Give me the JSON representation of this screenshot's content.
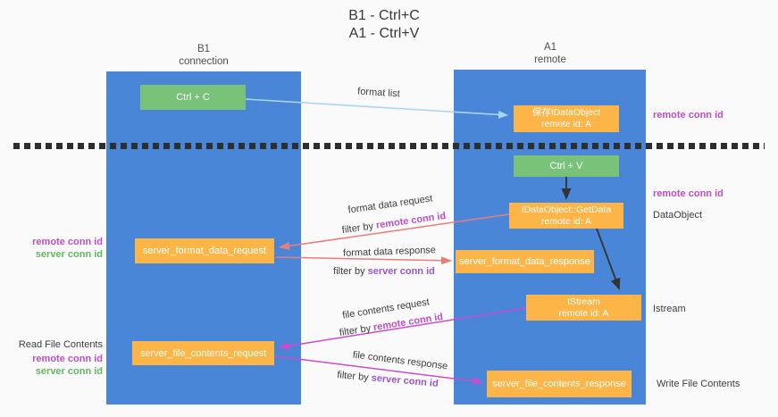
{
  "title": {
    "line1": "B1 - Ctrl+C",
    "line2": "A1 - Ctrl+V"
  },
  "lanes": {
    "b1": {
      "name": "B1",
      "role": "connection"
    },
    "a1": {
      "name": "A1",
      "role": "remote"
    }
  },
  "boxes": {
    "ctrl_c": "Ctrl + C",
    "ctrl_v": "Ctrl + V",
    "save_idataobject_line1": "保存IDataObject",
    "save_idataobject_line2": "remote id: A",
    "getdata_line1": "IDataObject::GetData",
    "getdata_line2": "remote id: A",
    "istream_line1": "IStream",
    "istream_line2": "remote id: A",
    "server_format_data_request": "server_format_data_request",
    "server_format_data_response": "server_format_data_response",
    "server_file_contents_request": "server_file_contents_request",
    "server_file_contents_response": "server_file_contents_response"
  },
  "arrow_labels": {
    "format_list": "format list",
    "format_data_request": "format data request",
    "format_data_response": "format data response",
    "file_contents_request": "file contents request",
    "file_contents_response": "file contents response",
    "filter_by": "filter by",
    "remote_conn_id": "remote conn id",
    "server_conn_id": "server conn id"
  },
  "side_annotations": {
    "left_remote_conn_id": "remote conn id",
    "left_server_conn_id": "server conn id",
    "read_file_contents": "Read File Contents",
    "right_remote_conn_id_top": "remote conn id",
    "right_remote_conn_id_mid": "remote conn id",
    "dataobject": "DataObject",
    "istream": "Istream",
    "write_file_contents": "Write File Contents"
  },
  "colors": {
    "lane_blue": "#4a86d8",
    "box_green": "#79c279",
    "box_orange": "#fcb546",
    "arrow_light_blue": "#a8d5f3",
    "arrow_red": "#e87e7a",
    "arrow_magenta": "#cb4ccb",
    "arrow_black": "#333333",
    "text_magenta": "#bb4fc4",
    "text_purple": "#9a55c8",
    "text_green": "#63b663"
  }
}
